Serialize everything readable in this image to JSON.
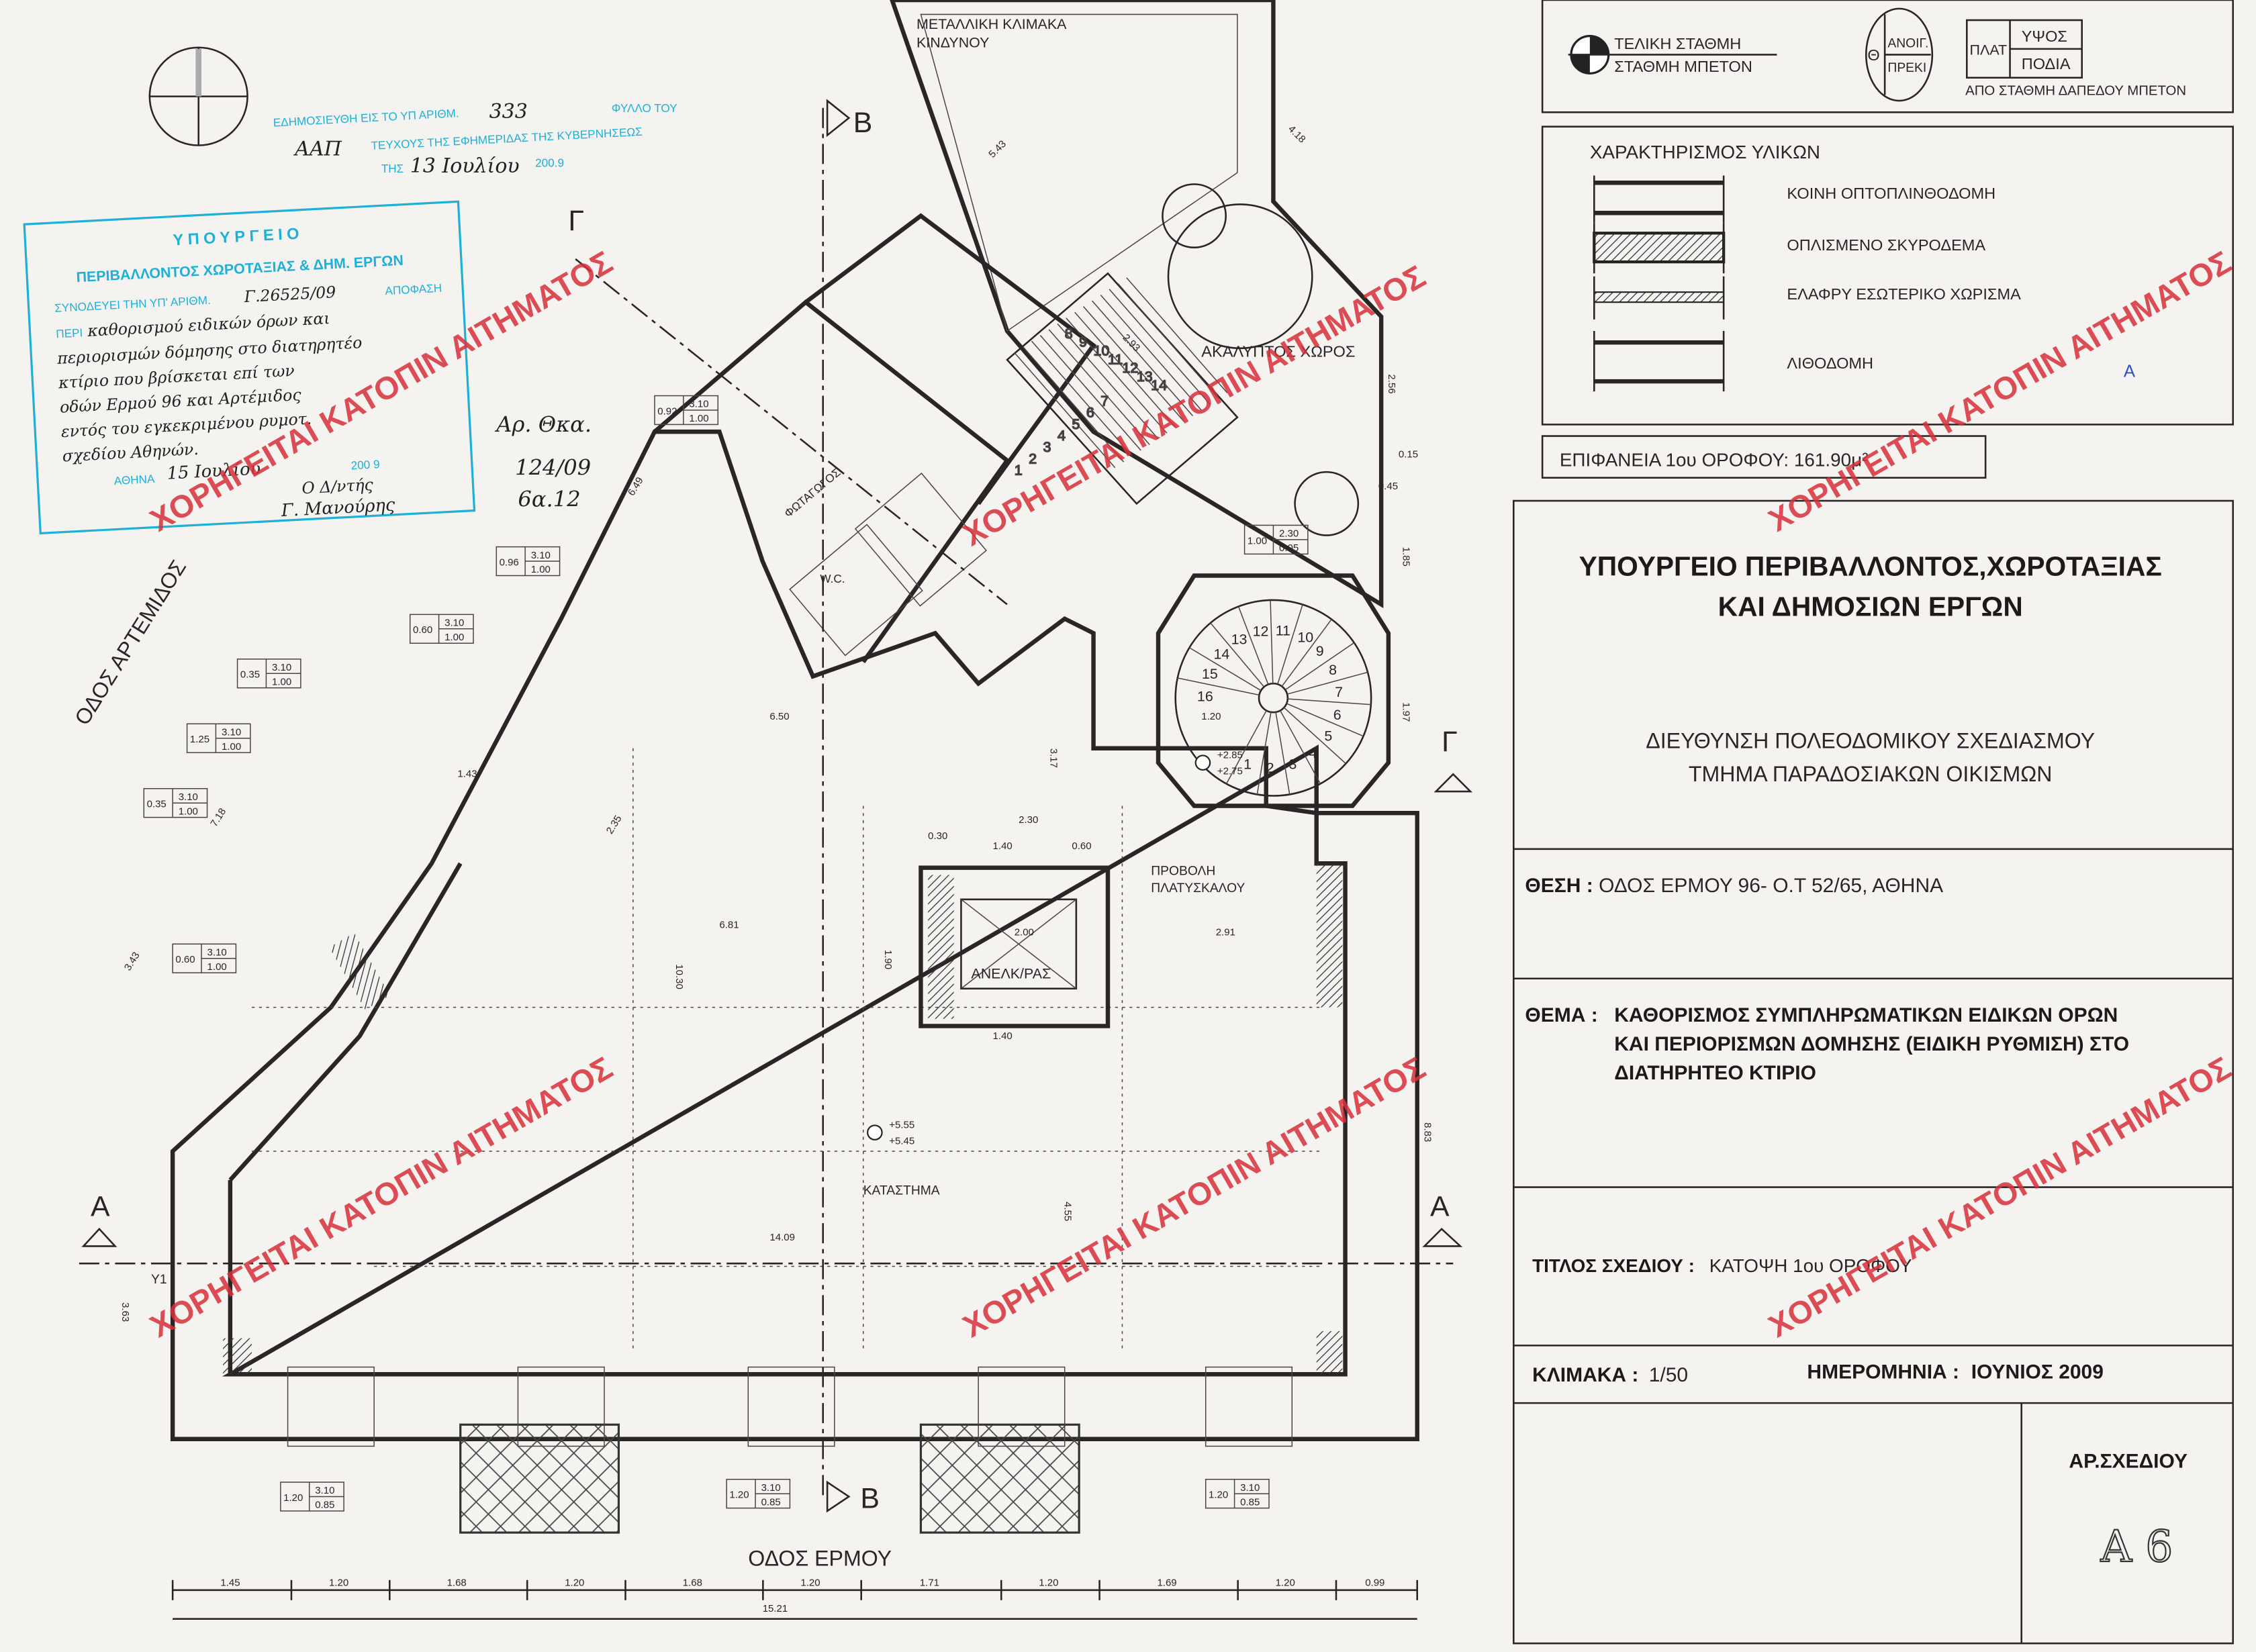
{
  "legend_symbols": {
    "final_level": "ΤΕΛΙΚΗ ΣΤΑΘΜΗ",
    "concrete_level": "ΣΤΑΘΜΗ ΜΠΕΤΟΝ",
    "theta": "Θ",
    "opening": "ΑΝΟΙΓ.",
    "lintel": "ΠΡΕΚΙ",
    "width": "ΠΛΑΤ",
    "height": "ΥΨΟΣ",
    "sill": "ΠΟΔΙΑ",
    "from_level": "ΑΠΟ ΣΤΑΘΜΗ ΔΑΠΕΔΟΥ ΜΠΕΤΟΝ"
  },
  "materials": {
    "title": "ΧΑΡΑΚΤΗΡΙΣΜΟΣ ΥΛΙΚΩΝ",
    "items": [
      "ΚΟΙΝΗ ΟΠΤΟΠΛΙΝΘΟΔΟΜΗ",
      "ΟΠΛΙΣΜΕΝΟ ΣΚΥΡΟΔΕΜΑ",
      "ΕΛΑΦΡΥ ΕΣΩΤΕΡΙΚΟ ΧΩΡΙΣΜΑ",
      "ΛΙΘΟΔΟΜΗ"
    ],
    "mark": "A"
  },
  "area": "ΕΠΙΦΑΝΕΙΑ 1ου ΟΡΟΦΟΥ: 161.90μ²",
  "title_block": {
    "ministry_line1": "ΥΠΟΥΡΓΕΙΟ ΠΕΡΙΒΑΛΛΟΝΤΟΣ,ΧΩΡΟΤΑΞΙΑΣ",
    "ministry_line2": "ΚΑΙ ΔΗΜΟΣΙΩΝ ΕΡΓΩΝ",
    "directorate": "ΔΙΕΥΘΥΝΣΗ ΠΟΛΕΟΔΟΜΙΚΟΥ ΣΧΕΔΙΑΣΜΟΥ",
    "department": "ΤΜΗΜΑ ΠΑΡΑΔΟΣΙΑΚΩΝ ΟΙΚΙΣΜΩΝ",
    "location_label": "ΘΕΣΗ :",
    "location": "ΟΔΟΣ ΕΡΜΟΥ 96- Ο.Τ 52/65, ΑΘΗΝΑ",
    "subject_label": "ΘΕΜΑ :",
    "subject_lines": [
      "ΚΑΘΟΡΙΣΜΟΣ ΣΥΜΠΛΗΡΩΜΑΤΙΚΩΝ ΕΙΔΙΚΩΝ ΟΡΩΝ",
      "ΚΑΙ ΠΕΡΙΟΡΙΣΜΩΝ ΔΟΜΗΣΗΣ (ΕΙΔΙΚΗ ΡΥΘΜΙΣΗ) ΣΤΟ",
      "ΔΙΑΤΗΡΗΤΕΟ ΚΤΙΡΙΟ"
    ],
    "drawing_title_label": "ΤΙΤΛΟΣ ΣΧΕΔΙΟΥ :",
    "drawing_title": "ΚΑΤΟΨΗ 1ου ΟΡΟΦΟΥ",
    "scale_label": "ΚΛΙΜΑΚΑ :",
    "scale": "1/50",
    "date_label": "ΗΜΕΡΟΜΗΝΙΑ :",
    "date": "ΙΟΥΝΙΟΣ 2009",
    "drawing_no_label": "ΑΡ.ΣΧΕΔΙΟΥ",
    "drawing_no": "Α 6"
  },
  "stamp_publication": {
    "line1": "ΕΔΗΜΟΣΙΕΥΘΗ ΕΙΣ ΤΟ ΥΠ ΑΡΙΘΜ.",
    "number": "333",
    "sheet": "ΦΥΛΛΟ ΤΟΥ",
    "issue": "ΑΑΠ",
    "line2": "ΤΕΥΧΟΥΣ ΤΗΣ ΕΦΗΜΕΡΙΔΑΣ ΤΗΣ ΚΥΒΕΡΝΗΣΕΩΣ",
    "of": "ΤΗΣ",
    "date": "13 Ιουλίου",
    "year": "200.9"
  },
  "stamp_ministry": {
    "title": "ΥΠΟΥΡΓΕΙΟ",
    "subtitle": "ΠΕΡΙΒΑΛΛΟΝΤΟΣ ΧΩΡΟΤΑΞΙΑΣ & ΔΗΜ. ΕΡΓΩΝ",
    "accompanies": "ΣΥΝΟΔΕΥΕΙ ΤΗΝ ΥΠ' ΑΡΙΘΜ.",
    "decision_no": "Γ.26525/09",
    "decision": "ΑΠΟΦΑΣΗ",
    "about": "ΠΕΡΙ",
    "handwritten": [
      "καθορισμού ειδικών όρων και",
      "περιορισμών δόμησης στο διατηρητέο",
      "κτίριο που βρίσκεται επί των",
      "οδών Ερμού 96 και Αρτέμιδος",
      "εντός του εγκεκριμένου ρυμοτ.",
      "σχεδίου Αθηνών."
    ],
    "athens": "ΑΘΗΝΑ",
    "date": "15 Ιουλίου",
    "year": "200 9",
    "signer_title": "Ο Δ/ντής",
    "signature": "Γ. Μανούρης"
  },
  "handnote": [
    "Αρ. Θκα.",
    "124/09",
    "6α.12"
  ],
  "watermark": "ΧΟΡΗΓΕΙΤΑΙ ΚΑΤΟΠΙΝ ΑΙΤΗΜΑΤΟΣ",
  "plan": {
    "street_south": "ΟΔΟΣ ΕΡΜΟΥ",
    "street_west": "ΟΔΟΣ ΑΡΤΕΜΙΔΟΣ",
    "shop": "ΚΑΤΑΣΤΗΜΑ",
    "elevator": "ΑΝΕΛΚ/ΡΑΣ",
    "open_space": "ΑΚΑΛΥΠΤΟΣ ΧΩΡΟΣ",
    "landing": [
      "ΠΡΟΒΟΛΗ",
      "ΠΛΑΤΥΣΚΑΛΟΥ"
    ],
    "fire_stair": [
      "ΜΕΤΑΛΛΙΚΗ ΚΛΙΜΑΚΑ",
      "ΚΙΝΔΥΝΟΥ"
    ],
    "wc": "W.C.",
    "light_well": "ΦΩΤΑΓΩΓΟΣ",
    "level_shop": [
      "+5.55",
      "+5.45"
    ],
    "level_stair": [
      "+2.85",
      "+2.75"
    ],
    "section_a": "Α",
    "section_b": "Β",
    "section_g": "Γ",
    "y1": "Υ1",
    "bottom_dims": [
      "1.45",
      "1.20",
      "1.68",
      "1.20",
      "1.68",
      "1.20",
      "1.71",
      "1.20",
      "1.69",
      "1.20",
      "0.99"
    ],
    "bottom_total": "15.21",
    "dims": [
      "14.09",
      "6.81",
      "2.91",
      "6.50",
      "10.30",
      "8.83",
      "4.55",
      "3.63",
      "3.43",
      "7.18",
      "6.49",
      "1.97",
      "1.85",
      "2.56",
      "5.43",
      "4.18",
      "2.93",
      "2.30",
      "1.40",
      "0.60",
      "0.30",
      "2.00",
      "1.90",
      "1.40",
      "1.20",
      "3.17",
      "2.35",
      "1.43",
      "0.15",
      "0.45"
    ],
    "spiral_steps": [
      "1",
      "2",
      "3",
      "4",
      "5",
      "6",
      "7",
      "8",
      "9",
      "10",
      "11",
      "12",
      "13",
      "14",
      "15",
      "16"
    ],
    "straight_steps": [
      "1",
      "2",
      "3",
      "4",
      "5",
      "6",
      "7",
      "8",
      "9",
      "10",
      "11",
      "12",
      "13",
      "14"
    ],
    "opening_tags_side": [
      {
        "w": "0.92",
        "h": "3.10",
        "s": "1.00"
      },
      {
        "w": "0.96",
        "h": "3.10",
        "s": "1.00"
      },
      {
        "w": "0.60",
        "h": "3.10",
        "s": "1.00"
      },
      {
        "w": "0.35",
        "h": "3.10",
        "s": "1.00"
      },
      {
        "w": "1.25",
        "h": "3.10",
        "s": "1.00"
      },
      {
        "w": "0.35",
        "h": "3.10",
        "s": "1.00"
      },
      {
        "w": "0.60",
        "h": "3.10",
        "s": "1.00"
      },
      {
        "w": "1.00",
        "h": "2.30",
        "s": "0.05"
      }
    ],
    "opening_tags_front": [
      {
        "w": "1.20",
        "h": "3.10",
        "s": "0.85"
      },
      {
        "w": "1.20",
        "h": "3.10",
        "s": "0.85"
      },
      {
        "w": "1.20",
        "h": "3.10",
        "s": "0.85"
      }
    ]
  },
  "colors": {
    "stamp": "#1fb0d8",
    "watermark": "#d8303a",
    "ink": "#2a2626"
  }
}
